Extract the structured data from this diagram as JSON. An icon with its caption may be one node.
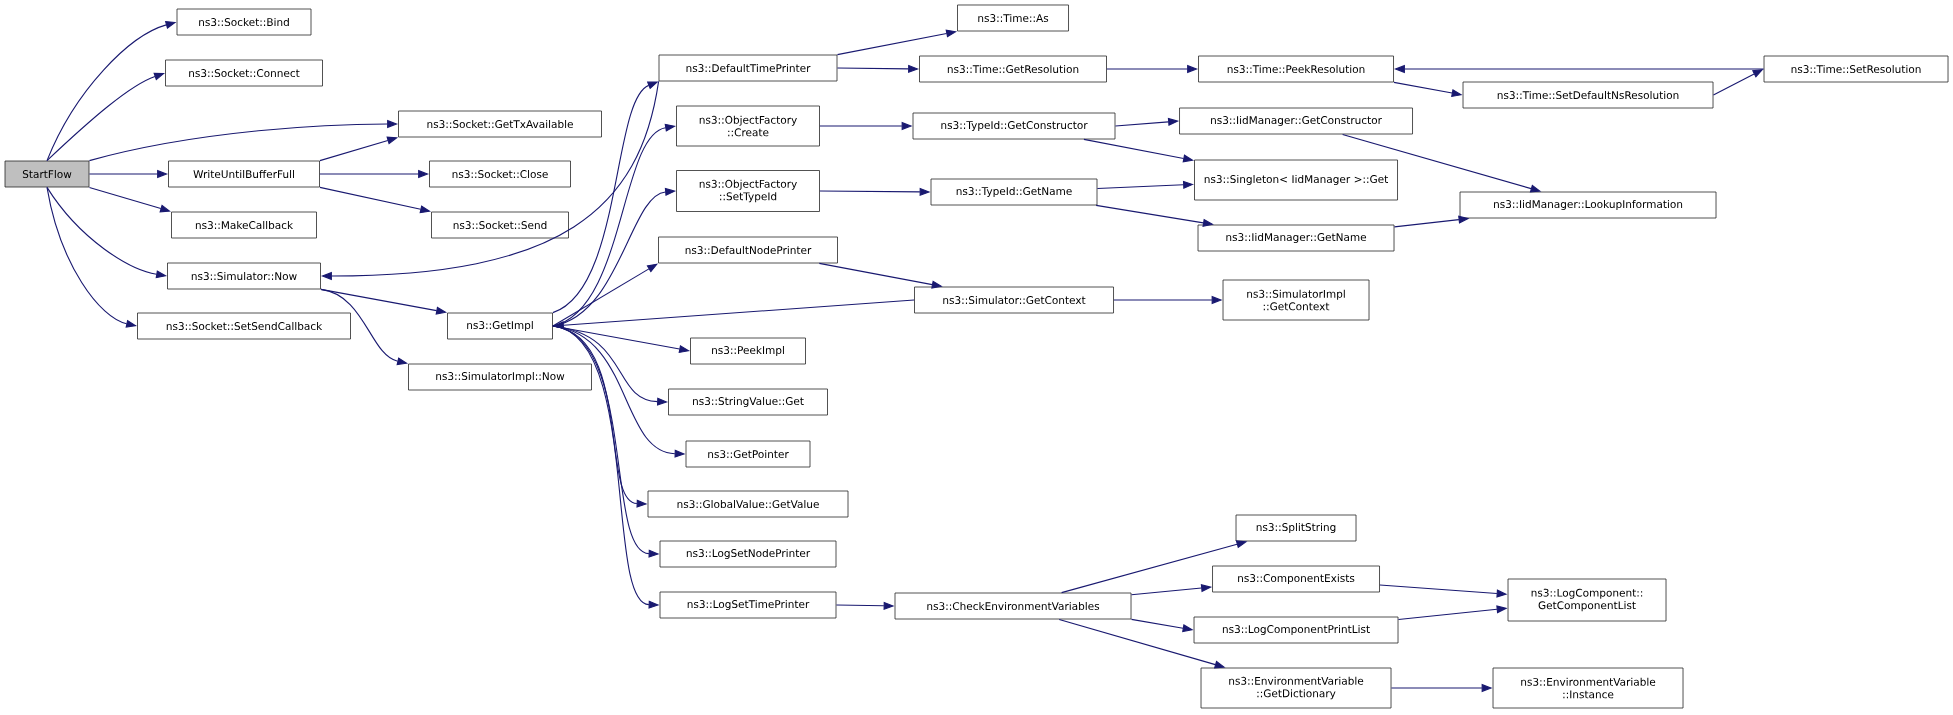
{
  "diagram": {
    "nodes": [
      {
        "text": [
          "StartFlow"
        ]
      },
      {
        "text": [
          "ns3::Socket::Bind"
        ]
      },
      {
        "text": [
          "ns3::Socket::Connect"
        ]
      },
      {
        "text": [
          "ns3::Socket::GetTxAvailable"
        ]
      },
      {
        "text": [
          "WriteUntilBufferFull"
        ]
      },
      {
        "text": [
          "ns3::Socket::Close"
        ]
      },
      {
        "text": [
          "ns3::MakeCallback"
        ]
      },
      {
        "text": [
          "ns3::Socket::Send"
        ]
      },
      {
        "text": [
          "ns3::Simulator::Now"
        ]
      },
      {
        "text": [
          "ns3::Socket::SetSendCallback"
        ]
      },
      {
        "text": [
          "ns3::GetImpl"
        ]
      },
      {
        "text": [
          "ns3::SimulatorImpl::Now"
        ]
      },
      {
        "text": [
          "ns3::Time::As"
        ]
      },
      {
        "text": [
          "ns3::DefaultTimePrinter"
        ]
      },
      {
        "text": [
          "ns3::Time::GetResolution"
        ]
      },
      {
        "text": [
          "ns3::Time::PeekResolution"
        ]
      },
      {
        "text": [
          "ns3::Time::SetResolution"
        ]
      },
      {
        "text": [
          "ns3::Time::SetDefaultNsResolution"
        ]
      },
      {
        "text": [
          "ns3::ObjectFactory ::Create"
        ]
      },
      {
        "text": [
          "ns3::TypeId::GetConstructor"
        ]
      },
      {
        "text": [
          "ns3::IidManager::GetConstructor"
        ]
      },
      {
        "text": [
          "ns3::Singleton< IidManager >::Get"
        ]
      },
      {
        "text": [
          "ns3::ObjectFactory ::SetTypeId"
        ]
      },
      {
        "text": [
          "ns3::TypeId::GetName"
        ]
      },
      {
        "text": [
          "ns3::IidManager::LookupInformation"
        ]
      },
      {
        "text": [
          "ns3::IidManager::GetName"
        ]
      },
      {
        "text": [
          "ns3::DefaultNodePrinter"
        ]
      },
      {
        "text": [
          "ns3::Simulator::GetContext"
        ]
      },
      {
        "text": [
          "ns3::SimulatorImpl ::GetContext"
        ]
      },
      {
        "text": [
          "ns3::PeekImpl"
        ]
      },
      {
        "text": [
          "ns3::StringValue::Get"
        ]
      },
      {
        "text": [
          "ns3::GetPointer"
        ]
      },
      {
        "text": [
          "ns3::GlobalValue::GetValue"
        ]
      },
      {
        "text": [
          "ns3::LogSetNodePrinter"
        ]
      },
      {
        "text": [
          "ns3::SplitString"
        ]
      },
      {
        "text": [
          "ns3::LogSetTimePrinter"
        ]
      },
      {
        "text": [
          "ns3::CheckEnvironmentVariables"
        ]
      },
      {
        "text": [
          "ns3::ComponentExists"
        ]
      },
      {
        "text": [
          "ns3::LogComponent:: GetComponentList"
        ]
      },
      {
        "text": [
          "ns3::LogComponentPrintList"
        ]
      },
      {
        "text": [
          "ns3::EnvironmentVariable ::GetDictionary"
        ]
      },
      {
        "text": [
          "ns3::EnvironmentVariable ::Instance"
        ]
      }
    ],
    "edges": [
      {
        "from": 0,
        "to": 1,
        "arrow": "to"
      },
      {
        "from": 0,
        "to": 2,
        "arrow": "to"
      },
      {
        "from": 0,
        "to": 3,
        "arrow": "to"
      },
      {
        "from": 0,
        "to": 4,
        "arrow": "to"
      },
      {
        "from": 0,
        "to": 6,
        "arrow": "to"
      },
      {
        "from": 0,
        "to": 8,
        "arrow": "to"
      },
      {
        "from": 0,
        "to": 9,
        "arrow": "to"
      },
      {
        "from": 4,
        "to": 3,
        "arrow": "to"
      },
      {
        "from": 4,
        "to": 5,
        "arrow": "to"
      },
      {
        "from": 4,
        "to": 7,
        "arrow": "to"
      },
      {
        "from": 8,
        "to": 10,
        "arrow": "to"
      },
      {
        "from": 8,
        "to": 11,
        "arrow": "to"
      },
      {
        "from": 10,
        "to": 13,
        "arrow": "to"
      },
      {
        "from": 10,
        "to": 18,
        "arrow": "to"
      },
      {
        "from": 10,
        "to": 22,
        "arrow": "to"
      },
      {
        "from": 10,
        "to": 26,
        "arrow": "to"
      },
      {
        "from": 10,
        "to": 29,
        "arrow": "to"
      },
      {
        "from": 10,
        "to": 30,
        "arrow": "to"
      },
      {
        "from": 10,
        "to": 31,
        "arrow": "to"
      },
      {
        "from": 10,
        "to": 32,
        "arrow": "to"
      },
      {
        "from": 10,
        "to": 33,
        "arrow": "to"
      },
      {
        "from": 10,
        "to": 35,
        "arrow": "to"
      },
      {
        "from": 13,
        "to": 8,
        "arrow": "to"
      },
      {
        "from": 13,
        "to": 12,
        "arrow": "to"
      },
      {
        "from": 13,
        "to": 14,
        "arrow": "to"
      },
      {
        "from": 14,
        "to": 15,
        "arrow": "to"
      },
      {
        "from": 15,
        "to": 17,
        "arrow": "to"
      },
      {
        "from": 17,
        "to": 16,
        "arrow": "to"
      },
      {
        "from": 16,
        "to": 15,
        "arrow": "to"
      },
      {
        "from": 18,
        "to": 19,
        "arrow": "to"
      },
      {
        "from": 19,
        "to": 20,
        "arrow": "to"
      },
      {
        "from": 19,
        "to": 21,
        "arrow": "to"
      },
      {
        "from": 22,
        "to": 23,
        "arrow": "to"
      },
      {
        "from": 23,
        "to": 21,
        "arrow": "to"
      },
      {
        "from": 23,
        "to": 25,
        "arrow": "to"
      },
      {
        "from": 20,
        "to": 24,
        "arrow": "to"
      },
      {
        "from": 25,
        "to": 24,
        "arrow": "to"
      },
      {
        "from": 26,
        "to": 27,
        "arrow": "to"
      },
      {
        "from": 27,
        "to": 28,
        "arrow": "to"
      },
      {
        "from": 27,
        "to": 10,
        "arrow": "to"
      },
      {
        "from": 35,
        "to": 36,
        "arrow": "to"
      },
      {
        "from": 36,
        "to": 34,
        "arrow": "to"
      },
      {
        "from": 36,
        "to": 37,
        "arrow": "to"
      },
      {
        "from": 36,
        "to": 39,
        "arrow": "to"
      },
      {
        "from": 36,
        "to": 40,
        "arrow": "to"
      },
      {
        "from": 37,
        "to": 38,
        "arrow": "to"
      },
      {
        "from": 39,
        "to": 38,
        "arrow": "to"
      },
      {
        "from": 40,
        "to": 41,
        "arrow": "to"
      }
    ]
  }
}
